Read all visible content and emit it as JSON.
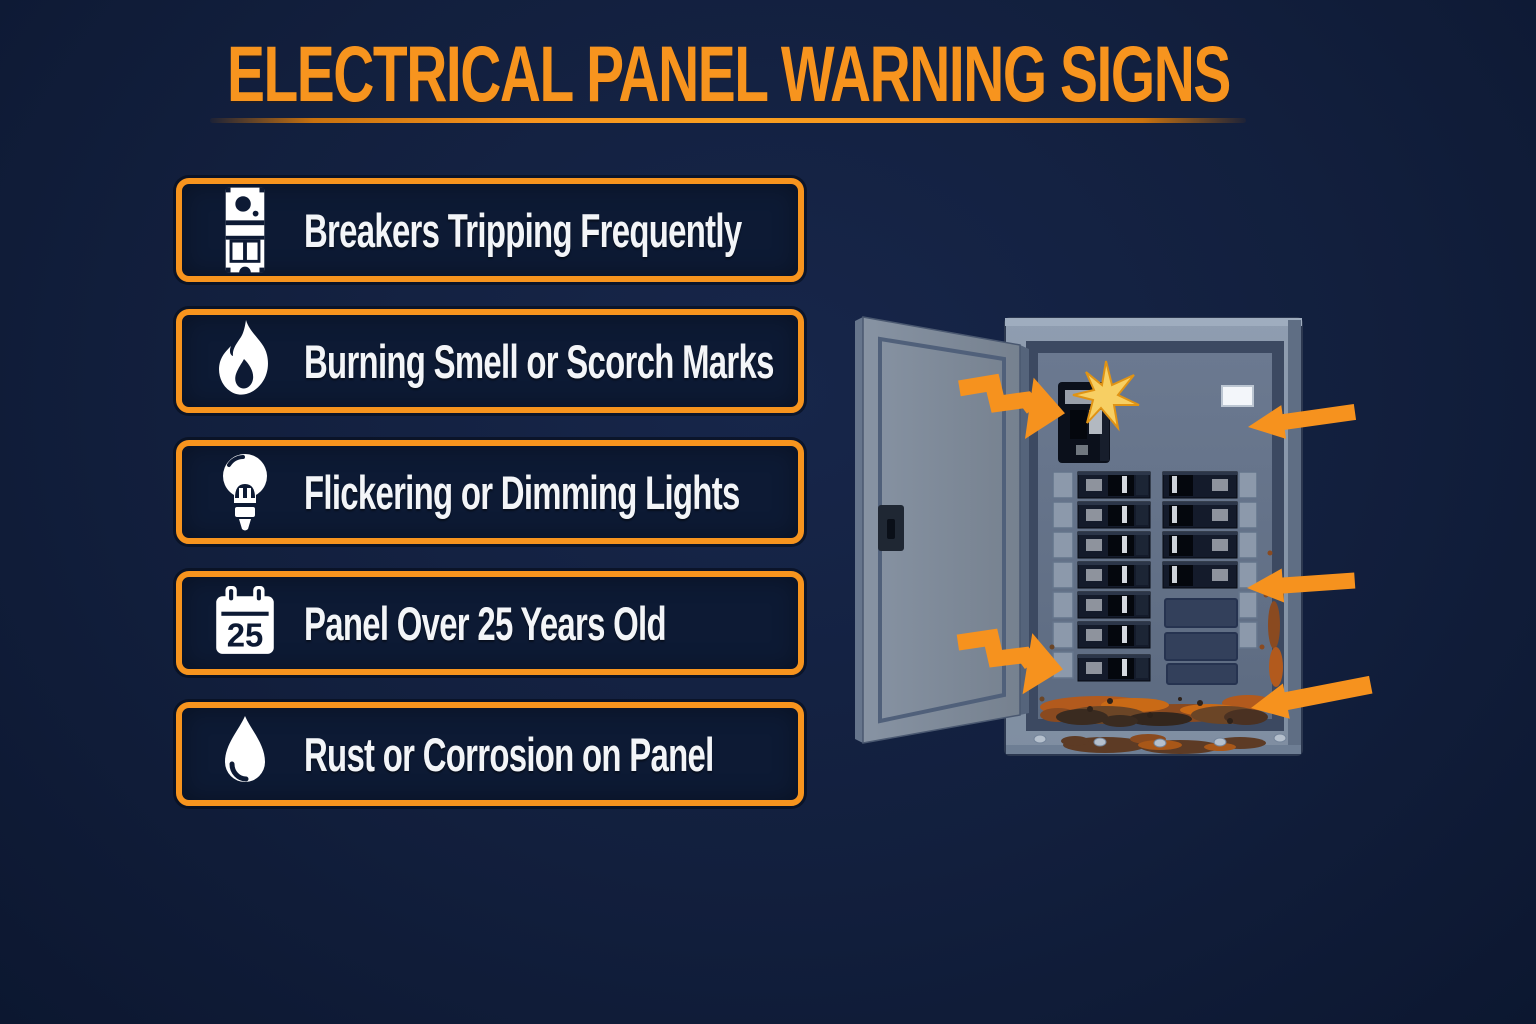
{
  "title": {
    "text": "ELECTRICAL PANEL WARNING SIGNS"
  },
  "colors": {
    "background_navy": "#121f3d",
    "box_fill_navy": "#0d1a34",
    "accent_orange": "#f7941e",
    "text_white": "#f3f5f8",
    "metal_gray": "#8493a5",
    "door_gray": "#7e8897",
    "plate_gray": "#66748a",
    "breaker_black": "#0c1017",
    "rust_orange": "#b25a1d",
    "rust_brown": "#3a2b20",
    "spark_yellow": "#f7cf63"
  },
  "warning_items": [
    {
      "label": "Breakers Tripping Frequently",
      "icon": "breaker-icon"
    },
    {
      "label": "Burning Smell or Scorch Marks",
      "icon": "flame-icon"
    },
    {
      "label": "Flickering or Dimming Lights",
      "icon": "lightbulb-icon"
    },
    {
      "label": "Panel Over 25 Years Old",
      "icon": "calendar-25-icon",
      "badge": "25"
    },
    {
      "label": "Rust or Corrosion on Panel",
      "icon": "droplet-icon"
    }
  ],
  "illustration": {
    "name": "open-electrical-panel-with-warning-arrows",
    "lightning_arrow_count": 2,
    "straight_arrow_count": 3,
    "left_breaker_rows": 7,
    "right_breaker_rows": 4,
    "blank_slot_count": 3
  }
}
